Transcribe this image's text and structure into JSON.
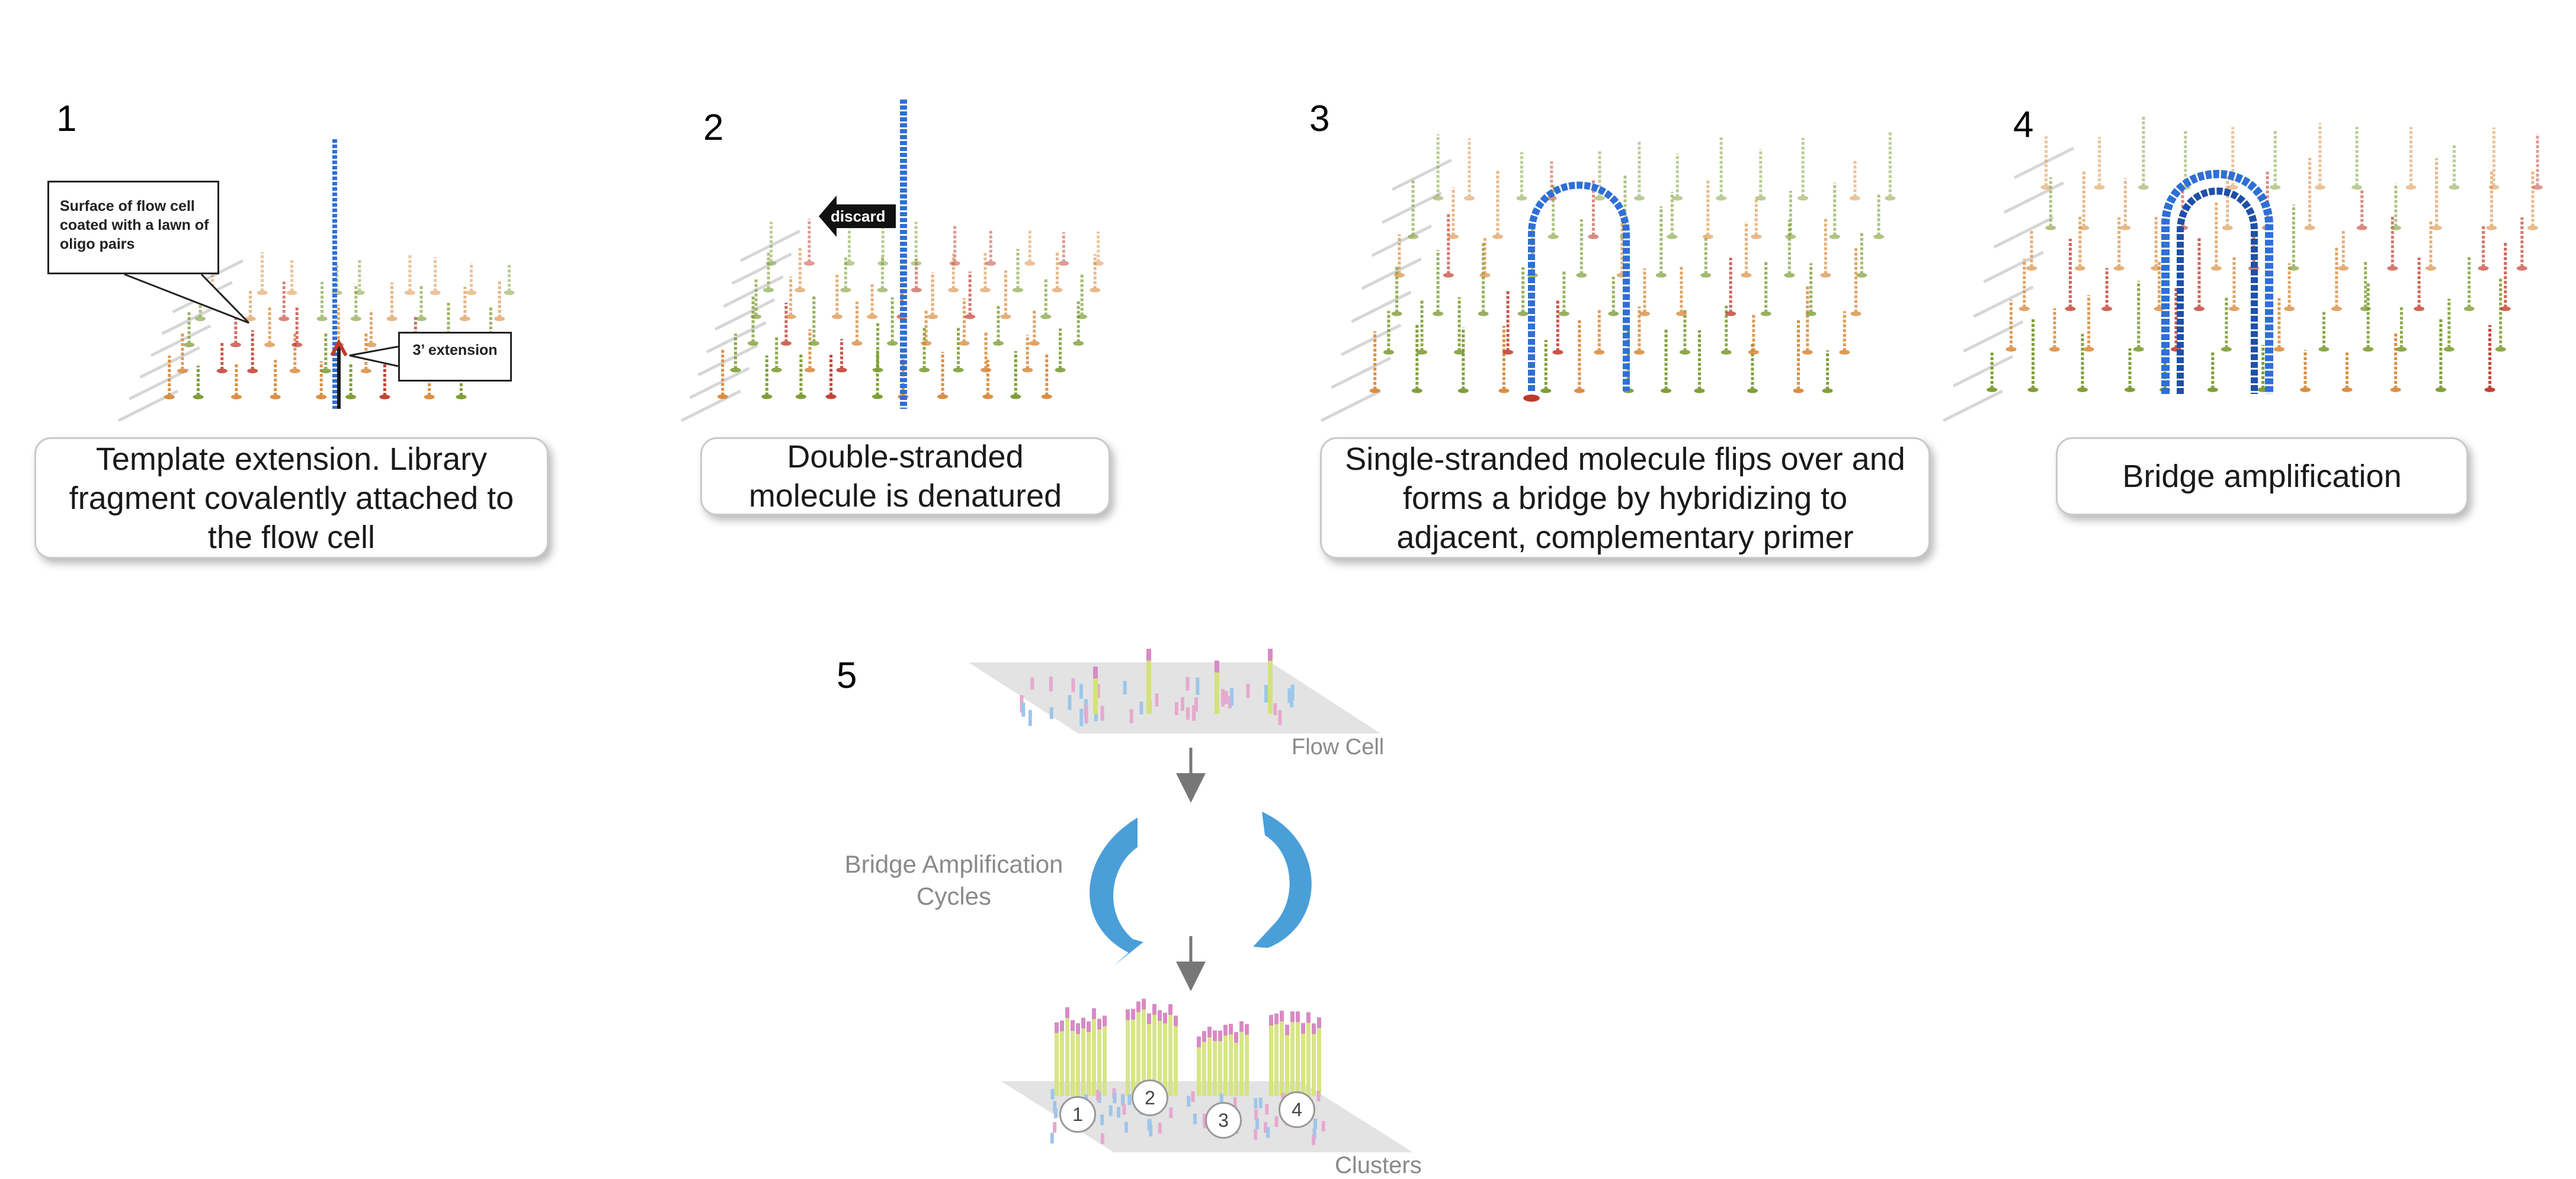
{
  "steps": [
    {
      "number": "1",
      "caption": "Template extension. Library fragment covalently attached to the flow cell"
    },
    {
      "number": "2",
      "caption": "Double-stranded molecule is denatured"
    },
    {
      "number": "3",
      "caption": "Single-stranded molecule flips over and forms a bridge by hybridizing to adjacent, complementary primer"
    },
    {
      "number": "4",
      "caption": "Bridge amplification"
    },
    {
      "number": "5"
    }
  ],
  "callouts": {
    "surface": "Surface of flow cell coated with a lawn of oligo pairs",
    "extension": "3’ extension",
    "discard": "discard"
  },
  "panel5": {
    "flow_cell_label": "Flow Cell",
    "cycles_label": "Bridge Amplification Cycles",
    "clusters_label": "Clusters",
    "cluster_numbers": [
      "1",
      "2",
      "3",
      "4"
    ]
  },
  "colors": {
    "template_strand": "#2f6fd6",
    "oligo_red": "#c0392b",
    "oligo_orange": "#d98a3a",
    "oligo_green": "#7a9a2e",
    "cycle_arrow": "#4a9fd9",
    "cluster_green": "#d4e27a",
    "cluster_pink": "#d88ac4"
  }
}
